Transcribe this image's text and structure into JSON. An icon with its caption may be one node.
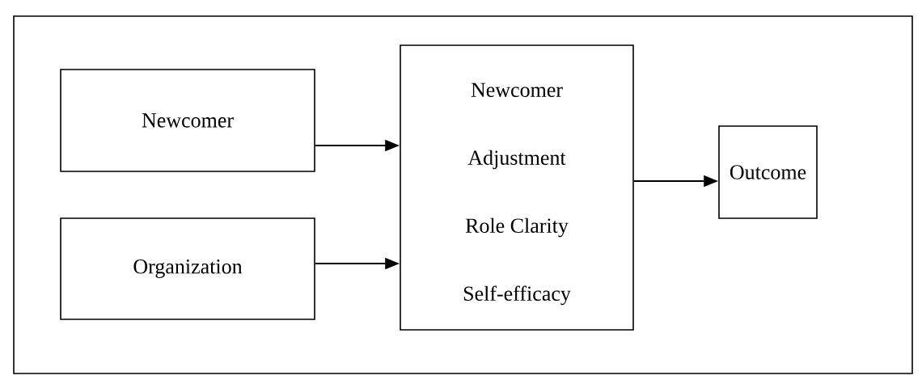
{
  "diagram": {
    "nodes": [
      {
        "text": [
          "Newcomer"
        ]
      },
      {
        "text": [
          "Organization"
        ]
      },
      {
        "text": [
          "Newcomer",
          "Adjustment",
          "Role Clarity",
          "Self-efficacy"
        ]
      },
      {
        "text": [
          "Outcome"
        ]
      }
    ],
    "edges": [
      {
        "from": 0,
        "to": 2,
        "arrow": "to"
      },
      {
        "from": 1,
        "to": 2,
        "arrow": "to"
      },
      {
        "from": 2,
        "to": 3,
        "arrow": "to"
      }
    ]
  }
}
